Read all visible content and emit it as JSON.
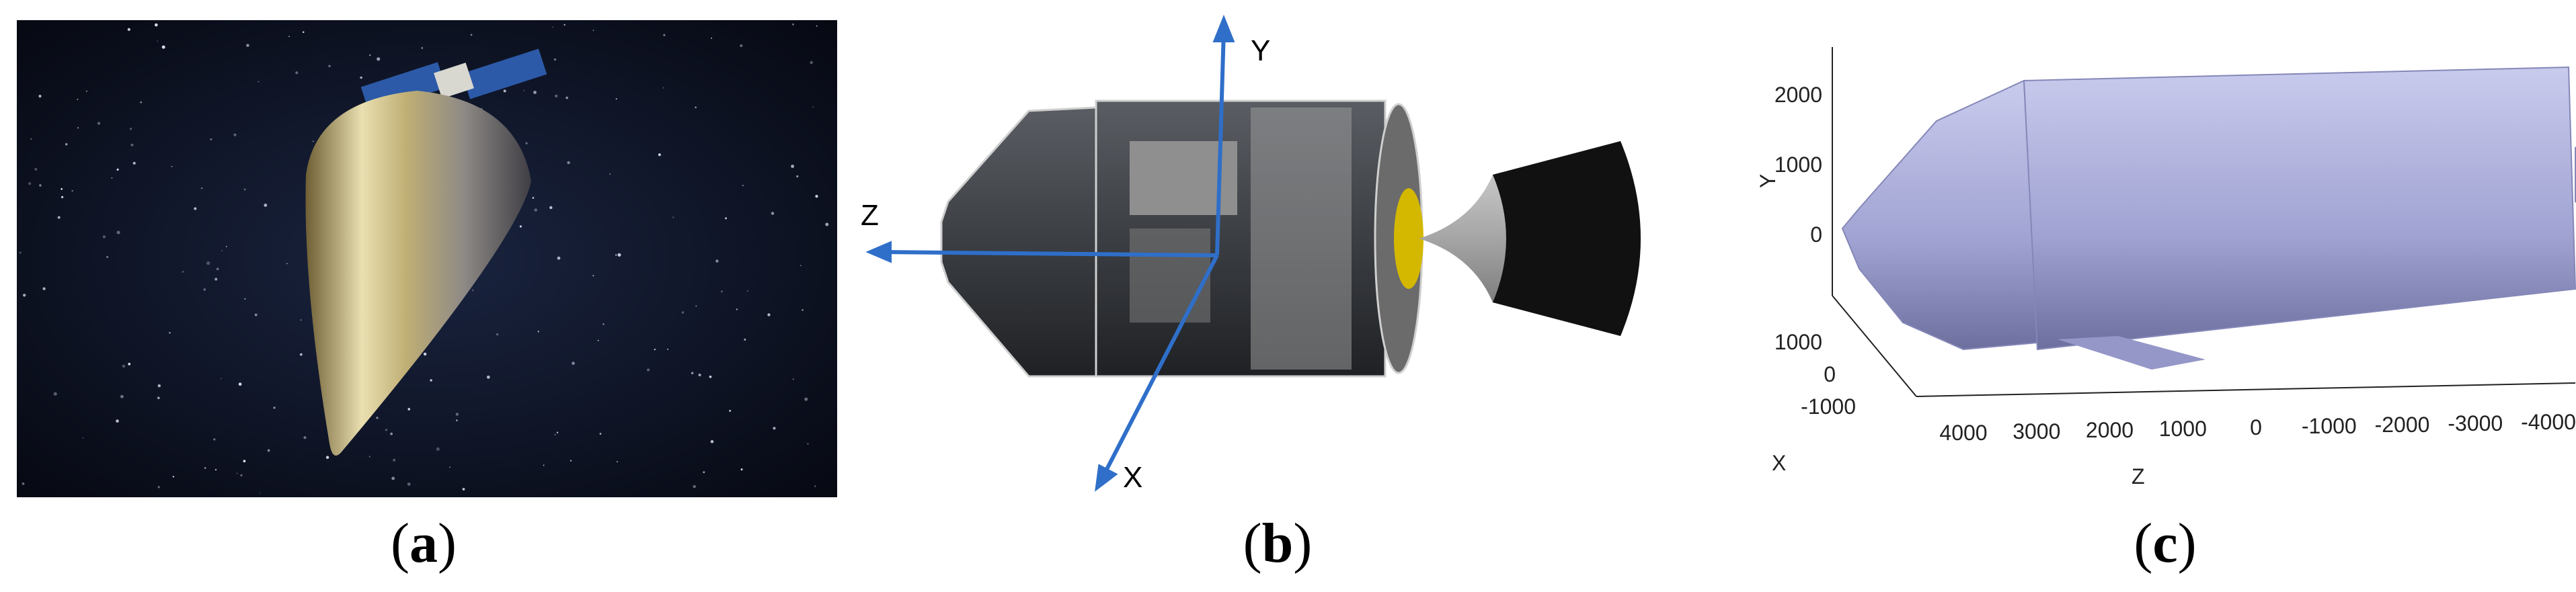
{
  "captions": {
    "a": "a",
    "b": "b",
    "c": "c"
  },
  "panel_b": {
    "axes": {
      "y": "Y",
      "z": "Z",
      "x": "X"
    }
  },
  "panel_c": {
    "axis_labels": {
      "y": "Y",
      "x": "X",
      "z": "Z"
    },
    "y_ticks": [
      "2000",
      "1000",
      "0"
    ],
    "x_ticks": [
      "1000",
      "0",
      "-1000"
    ],
    "z_ticks": [
      "4000",
      "3000",
      "2000",
      "1000",
      "0",
      "-1000",
      "-2000",
      "-3000",
      "-4000"
    ]
  },
  "colors": {
    "space": "#0a0e1e",
    "axis_blue": "#2f6fc9",
    "model_gray": "#3a3d42",
    "model_lavender": "#a7a9d9"
  }
}
